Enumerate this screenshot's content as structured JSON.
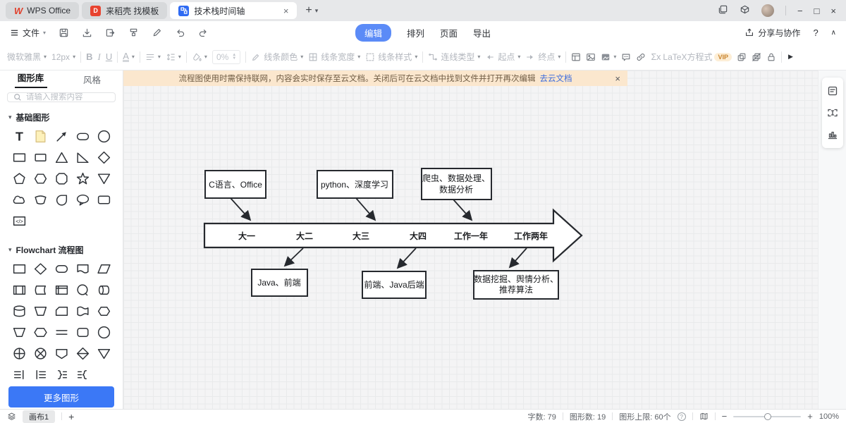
{
  "titlebar": {
    "tabs": [
      {
        "label": "WPS Office"
      },
      {
        "label": "来稻壳 找模板"
      },
      {
        "label": "技术栈时间轴"
      }
    ]
  },
  "menubar": {
    "file": "文件",
    "menus": [
      "编辑",
      "排列",
      "页面",
      "导出"
    ],
    "share": "分享与协作",
    "help": "?"
  },
  "toolbar": {
    "font_family": "微软雅黑",
    "font_size": "12px",
    "bold": "B",
    "italic": "I",
    "underline": "U",
    "font_color": "A",
    "opacity": "0%",
    "line_color": "线条颜色",
    "line_width": "线条宽度",
    "line_style": "线条样式",
    "connector_type": "连线类型",
    "start_point": "起点",
    "end_point": "终点",
    "latex_prefix": "Σx",
    "latex": "LaTeX方程式",
    "vip_badge": "VIP"
  },
  "sidebar": {
    "tab_library": "图形库",
    "tab_style": "风格",
    "search_placeholder": "请输入搜索内容",
    "section_basic": "基础图形",
    "section_flowchart": "Flowchart 流程图",
    "more_button": "更多图形",
    "basic_shapes": [
      "text",
      "note",
      "arrow",
      "rounded-rect",
      "circle",
      "rectangle",
      "rectangle-2",
      "triangle",
      "right-triangle",
      "diamond",
      "pentagon",
      "hexagon",
      "octagon",
      "star",
      "inverted-triangle",
      "cloud",
      "arc-shape",
      "teardrop",
      "speech-bubble",
      "round-rect-2",
      "code-block"
    ],
    "flowchart_shapes": [
      "process",
      "decision",
      "terminator",
      "document",
      "data",
      "predefined-process",
      "stored-data",
      "internal-storage",
      "connector-circle",
      "direct-access",
      "database",
      "manual-operation",
      "card",
      "paper-tape",
      "preparation",
      "manual-input",
      "preparation-wide",
      "double-line",
      "rounded-process",
      "circle",
      "summing-junction",
      "or-junction",
      "display",
      "collate",
      "merge",
      "lines-bar-right",
      "bar-lines-left",
      "brace-lines",
      "lines-brace"
    ]
  },
  "banner": {
    "text": "流程图使用时需保持联网，内容会实时保存至云文档。关闭后可在云文档中找到文件并打开再次编辑",
    "link": "去云文档",
    "close": "×"
  },
  "diagram": {
    "timeline": [
      "大一",
      "大二",
      "大三",
      "大四",
      "工作一年",
      "工作两年"
    ],
    "top_boxes": [
      {
        "line1": "C语言、Office"
      },
      {
        "line1": "python、深度学习"
      },
      {
        "line1": "爬虫、数据处理、",
        "line2": "数据分析"
      }
    ],
    "bottom_boxes": [
      {
        "line1": "Java、前端"
      },
      {
        "line1": "前端、Java后端"
      },
      {
        "line1": "数据挖掘、舆情分析、",
        "line2": "推荐算法"
      }
    ]
  },
  "statusbar": {
    "canvas_tab": "画布1",
    "stats": [
      {
        "label": "字数:",
        "value": "79"
      },
      {
        "label": "图形数:",
        "value": "19"
      },
      {
        "label": "图形上限:",
        "value": "60个"
      }
    ],
    "zoom_level": "100%"
  },
  "colors": {
    "accent_blue": "#3b78f6",
    "banner_bg": "#fbe7ce",
    "banner_link": "#3b6bdd",
    "vip_orange": "#c8832c"
  }
}
